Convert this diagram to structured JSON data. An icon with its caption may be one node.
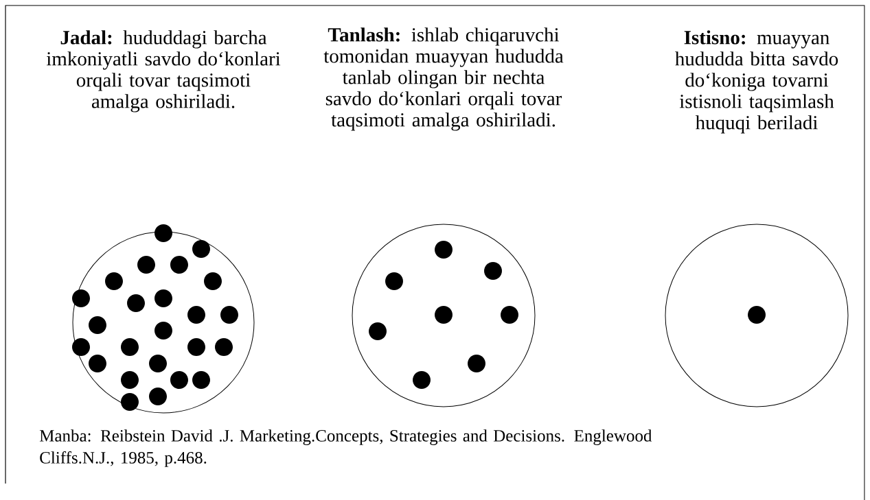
{
  "diagram": {
    "caption": "Manba: Reibstein David .J. Marketing.Concepts, Strategies and Decisions. Englewood Cliffs.N.J., 1985, p.468.",
    "nodes": [
      {
        "text": [],
        "shape": "circle"
      },
      {
        "text": [],
        "shape": "circle"
      },
      {
        "text": [],
        "shape": "circle"
      }
    ],
    "labels": [
      "**Jadal:** hududdagi barcha imkoniyatli savdo do‘konlari orqali tovar taqsimoti amalga oshiriladi.",
      "**Tanlash:** ishlab chiqaruvchi tomonidan muayyan hududda tanlab olingan bir nechta savdo do‘konlari orqali tovar taqsimoti amalga oshiriladi.",
      "**Istisno:** muayyan hududda bitta savdo do‘koniga tovarni istisnoli taqsimlash huquqi beriladi"
    ]
  }
}
